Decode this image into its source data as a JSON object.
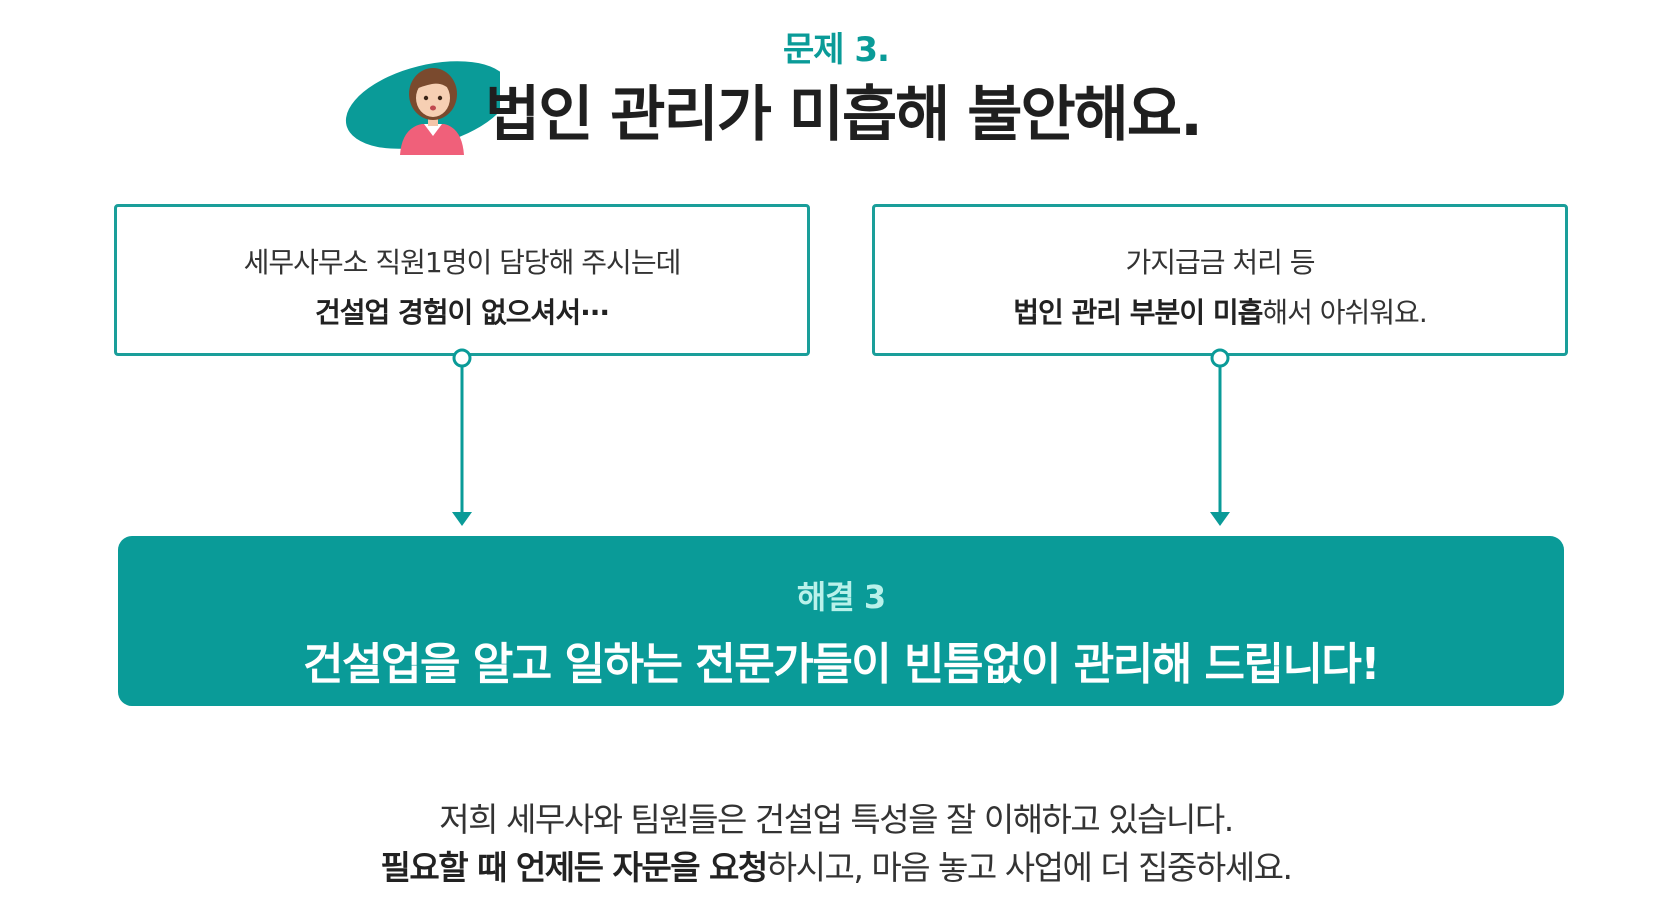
{
  "header": {
    "problem_label": "문제 3.",
    "headline": "법인 관리가 미흡해 불안해요."
  },
  "problems": [
    {
      "line1": "세무사무소 직원1명이 담당해 주시는데",
      "line2_bold": "건설업 경험이 없으셔서···",
      "line2_rest": ""
    },
    {
      "line1": "가지급금 처리 등",
      "line2_bold": "법인 관리 부분이 미흡",
      "line2_rest": "해서 아쉬워요."
    }
  ],
  "solution": {
    "label": "해결 3",
    "text": "건설업을 알고 일하는 전문가들이 빈틈없이 관리해 드립니다!"
  },
  "footer": {
    "line1": "저희 세무사와 팀원들은 건설업 특성을 잘 이해하고 있습니다.",
    "line2_bold": "필요할 때 언제든 자문을 요청",
    "line2_rest": "하시고, 마음 놓고 사업에 더 집중하세요."
  },
  "colors": {
    "accent": "#0a9b98",
    "solution_label": "#b9f1ea",
    "avatar_shirt": "#f0607a"
  },
  "icons": [
    "woman-avatar-icon",
    "arrow-down-icon"
  ]
}
